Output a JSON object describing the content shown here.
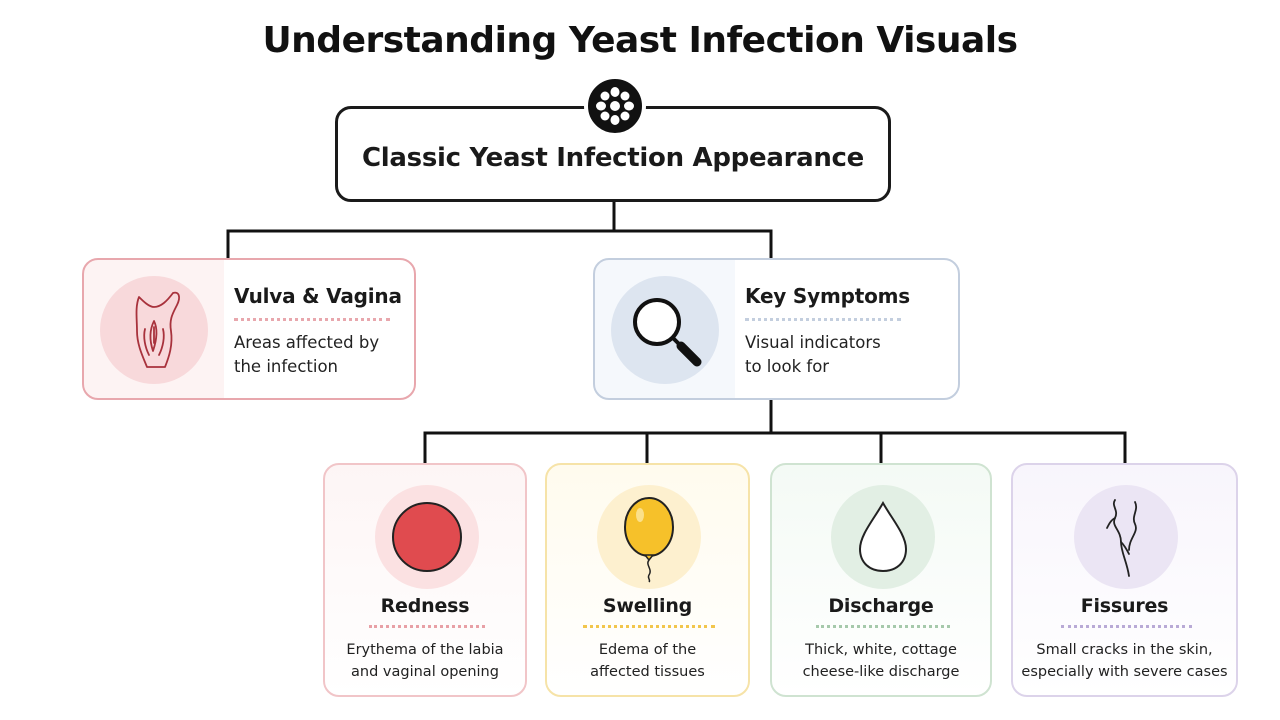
{
  "title": "Understanding Yeast Infection Visuals",
  "root": {
    "label": "Classic Yeast Infection Appearance",
    "icon": "yeast-cell-icon"
  },
  "areas": {
    "title": "Vulva & Vagina",
    "desc_line1": "Areas affected by",
    "desc_line2": "the infection",
    "icon": "vulva-anatomy-icon",
    "accent": "#e8a7ad",
    "bg": "#fdf3f3"
  },
  "symptoms": {
    "title": "Key Symptoms",
    "desc_line1": "Visual indicators",
    "desc_line2": "to look for",
    "icon": "magnifier-icon",
    "accent": "#c3cede",
    "bg": "#f5f8fc"
  },
  "items": [
    {
      "title": "Redness",
      "desc_line1": "Erythema of the labia",
      "desc_line2": "and vaginal opening",
      "icon": "red-circle-icon",
      "accent": "#f1c5c8",
      "bg": "#fdf5f5",
      "dot_color": "#e8a0a6"
    },
    {
      "title": "Swelling",
      "desc_line1": "Edema of the",
      "desc_line2": "affected tissues",
      "icon": "balloon-icon",
      "accent": "#f6e3a8",
      "bg": "#fffbee",
      "dot_color": "#f2c64c"
    },
    {
      "title": "Discharge",
      "desc_line1": "Thick, white, cottage",
      "desc_line2": "cheese-like discharge",
      "icon": "droplet-icon",
      "accent": "#cfe3d1",
      "bg": "#f4faf5",
      "dot_color": "#a6c9ab"
    },
    {
      "title": "Fissures",
      "desc_line1": "Small cracks in the skin,",
      "desc_line2": "especially with severe cases",
      "icon": "skin-crack-icon",
      "accent": "#dcd3ea",
      "bg": "#f8f5fc",
      "dot_color": "#b9aad6"
    }
  ]
}
